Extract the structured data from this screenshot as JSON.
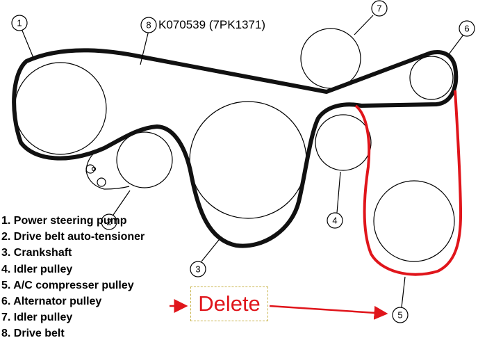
{
  "part_code": "K070539 (7PK1371)",
  "callouts": [
    "1",
    "2",
    "3",
    "4",
    "5",
    "6",
    "7",
    "8"
  ],
  "legend": [
    "1. Power steering pump",
    "2. Drive belt auto-tensioner",
    "3. Crankshaft",
    "4. Idler pulley",
    "5. A/C compresser pulley",
    "6. Alternator pulley",
    "7. Idler pulley",
    "8. Drive belt"
  ],
  "annotation": {
    "label": "Delete",
    "color": "#e0151b"
  },
  "colors": {
    "belt": "#111111",
    "highlight_belt": "#e0151b"
  }
}
